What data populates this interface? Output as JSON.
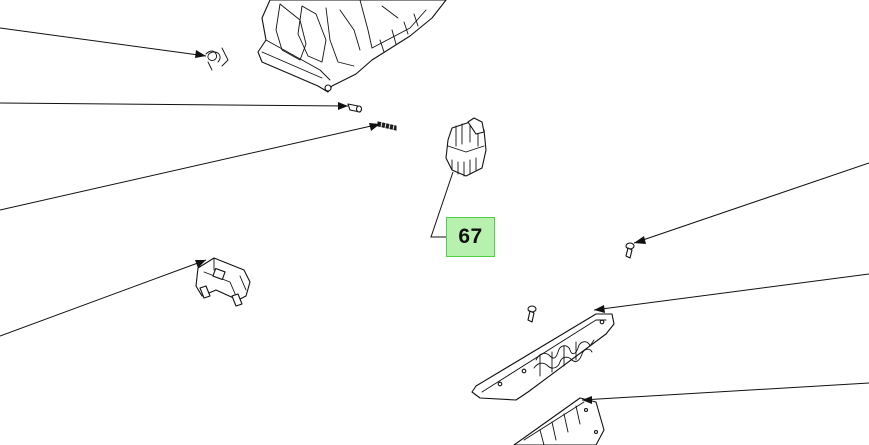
{
  "callouts": [
    {
      "id": "67",
      "label": "67",
      "highlight_fill": "#b8f0b0",
      "highlight_border": "#4fcf45"
    }
  ],
  "parts": [
    "seat-bracket-assembly",
    "torsion-spring",
    "small-pin",
    "threaded-screw",
    "connector-plug",
    "mounting-bracket",
    "small-screw-right",
    "small-screw-center",
    "shifter-gate-plate",
    "lower-panel"
  ]
}
